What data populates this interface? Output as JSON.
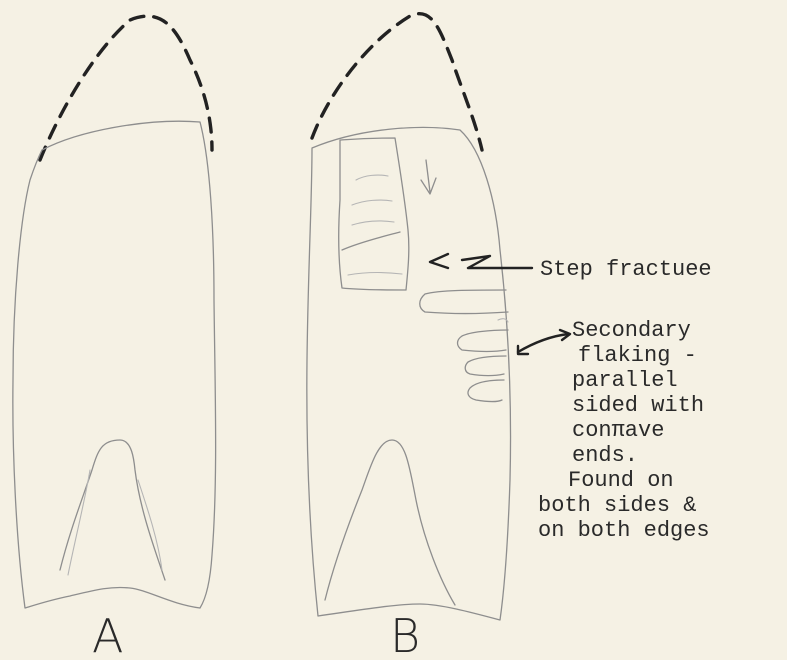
{
  "figure": {
    "panel_a_label": "A",
    "panel_b_label": "B",
    "step_fracture_label": "Step fractuee",
    "secondary_flaking_lines": [
      "Secondary",
      "flaking -",
      "parallel",
      "sided with",
      "conπave",
      "ends.",
      "Found on",
      "both sides &",
      "on both edges"
    ]
  }
}
